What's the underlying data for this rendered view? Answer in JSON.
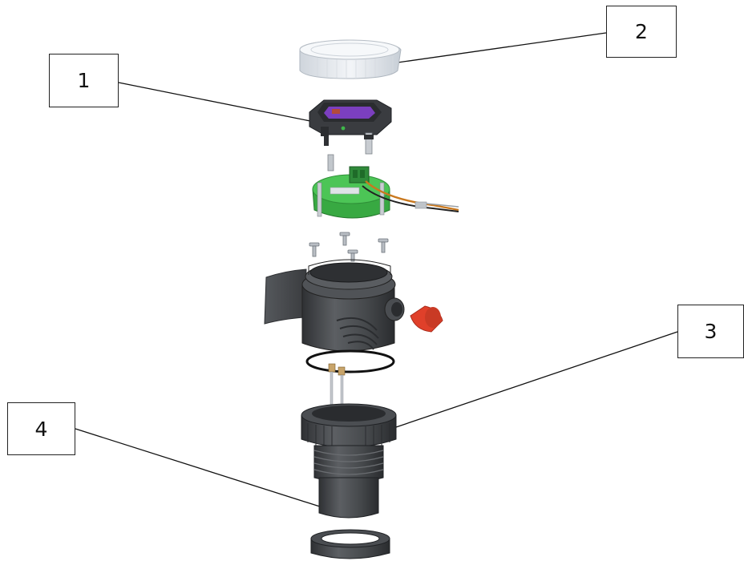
{
  "callouts": [
    {
      "id": "1",
      "label": "1"
    },
    {
      "id": "2",
      "label": "2"
    },
    {
      "id": "3",
      "label": "3"
    },
    {
      "id": "4",
      "label": "4"
    }
  ],
  "colors": {
    "housing": "#4a4c4f",
    "housing_dark": "#2e3033",
    "pcb": "#3fb84a",
    "display": "#7b3fbf",
    "lid": "#e6eaef",
    "red_cap": "#e0402a",
    "leader": "#111111"
  },
  "icons": [
    "display-module",
    "transparent-cover",
    "pcb-board",
    "screw",
    "housing",
    "red-plug",
    "o-ring",
    "probe-electrodes",
    "threaded-fitting",
    "lock-nut"
  ]
}
